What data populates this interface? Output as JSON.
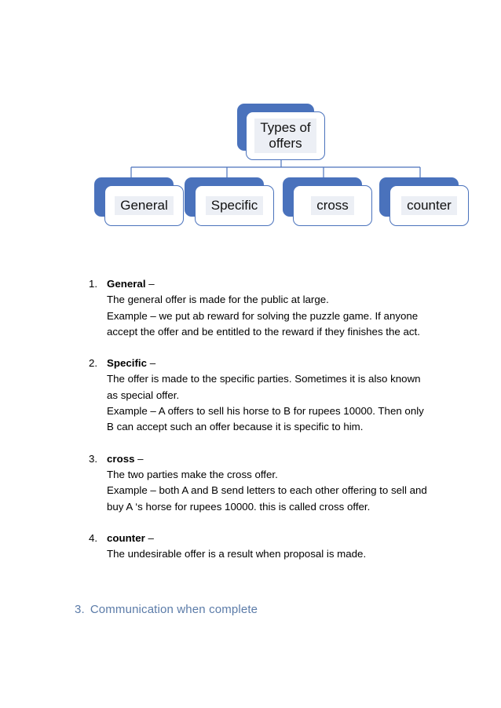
{
  "document": {
    "diagram": {
      "title": "Types of offers hierarchy",
      "root": {
        "label": "Types of\noffers"
      },
      "children": [
        {
          "label": "General"
        },
        {
          "label": "Specific"
        },
        {
          "label": "cross"
        },
        {
          "label": "counter"
        }
      ],
      "colors": {
        "accent_blue": "#4a72bc",
        "chip_gray": "#eceff5",
        "connector": "#4a72bc",
        "box_fill": "#ffffff"
      }
    },
    "list": [
      {
        "number": "1.",
        "term": "General",
        "dash": " –",
        "lines": [
          "The general offer is made for the public at large.",
          "Example – we put ab reward for solving the puzzle game. If anyone",
          "accept the offer and be entitled to the reward if they finishes the act."
        ]
      },
      {
        "number": "2.",
        "term": "Specific",
        "dash": " –",
        "lines": [
          "The offer is made to the specific parties. Sometimes it is also known",
          "as special offer.",
          "Example – A offers to sell his horse to B for rupees 10000. Then only",
          "B can accept such an offer because it is specific to him."
        ]
      },
      {
        "number": "3.",
        "term": "cross",
        "dash": " –",
        "lines": [
          "The two parties make the cross offer.",
          "Example – both A and B send letters to each other offering to sell and",
          "buy A ‘s horse for rupees 10000. this is called cross offer."
        ]
      },
      {
        "number": "4.",
        "term": "counter",
        "dash": " –",
        "lines": [
          "The undesirable offer is a result when proposal is made."
        ]
      }
    ],
    "section_heading": {
      "number": "3.",
      "text": "Communication when complete",
      "color": "#5b7ba8"
    }
  }
}
